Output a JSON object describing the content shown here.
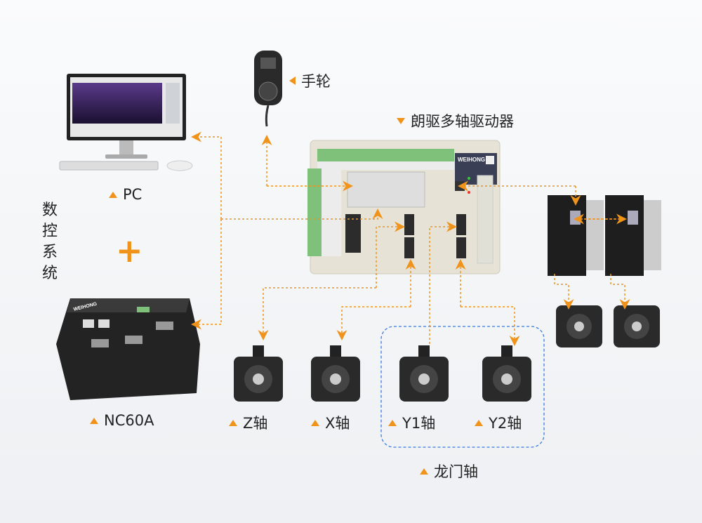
{
  "labels": {
    "handwheel": "手轮",
    "driver": "朗驱多轴驱动器",
    "pc": "PC",
    "cnc_system": "数控系统",
    "plus": "+",
    "nc60a": "NC60A",
    "z_axis": "Z轴",
    "x_axis": "X轴",
    "y1_axis": "Y1轴",
    "y2_axis": "Y2轴",
    "gantry_axis": "龙门轴"
  },
  "brand": "WEIHONG",
  "colors": {
    "accent": "#f0931b",
    "group_border": "#3b7be0"
  }
}
